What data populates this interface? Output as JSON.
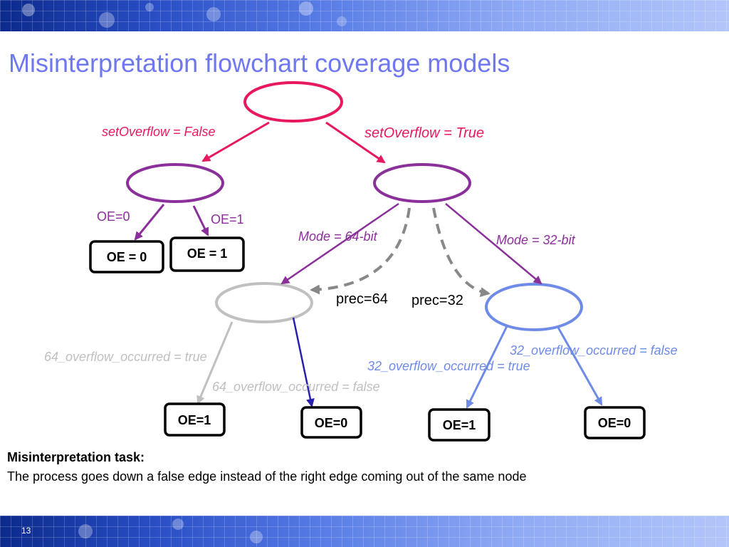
{
  "slide": {
    "title": "Misinterpretation flowchart coverage models",
    "page_number": "13"
  },
  "edges": {
    "set_false": "setOverflow = False",
    "set_true": "setOverflow = True",
    "oe0_left": "OE=0",
    "oe1_left": "OE=1",
    "mode64": "Mode = 64-bit",
    "mode32": "Mode = 32-bit",
    "prec64": "prec=64",
    "prec32": "prec=32",
    "ov64_true": "64_overflow_occurred = true",
    "ov64_false": "64_overflow_occurred = false",
    "ov32_false": "32_overflow_occurred = false",
    "ov32_true": "32_overflow_occurred = true"
  },
  "leaves": {
    "top_left_a": "OE = 0",
    "top_left_b": "OE = 1",
    "gray_left": "OE=1",
    "gray_right": "OE=0",
    "blue_left": "OE=1",
    "blue_right": "OE=0"
  },
  "task": {
    "heading": "Misinterpretation task:",
    "body": "The process goes down a false edge instead of the right edge coming out of the same node"
  },
  "colors": {
    "title": "#6f78ee",
    "pink": "#e8185f",
    "purple": "#8b2f9a",
    "gray": "#c0c0c0",
    "dark_blue": "#2a20b0",
    "light_blue": "#6f8be8",
    "dashed": "#888888"
  }
}
